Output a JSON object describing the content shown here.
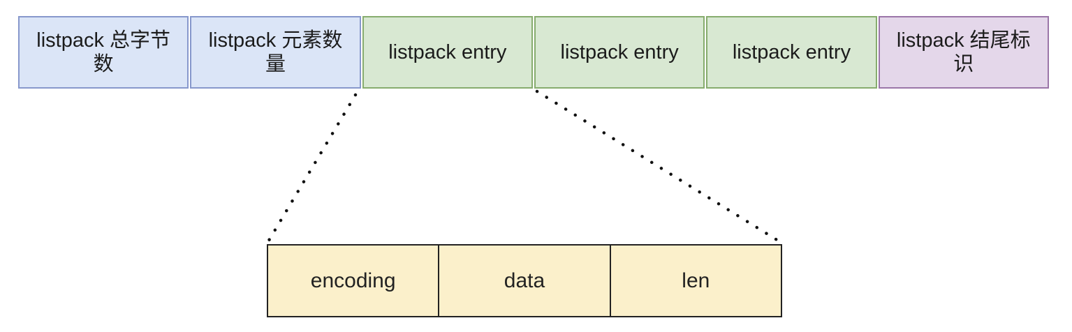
{
  "top_row": {
    "cells": [
      {
        "label": "listpack 总字节数",
        "type": "header"
      },
      {
        "label": "listpack 元素数量",
        "type": "header"
      },
      {
        "label": "listpack entry",
        "type": "entry"
      },
      {
        "label": "listpack entry",
        "type": "entry"
      },
      {
        "label": "listpack entry",
        "type": "entry"
      },
      {
        "label": "listpack 结尾标识",
        "type": "end-marker"
      }
    ]
  },
  "entry_detail": {
    "cells": [
      {
        "label": "encoding"
      },
      {
        "label": "data"
      },
      {
        "label": "len"
      }
    ]
  },
  "colors": {
    "header_fill": "#dbe5f7",
    "header_stroke": "#8798cc",
    "entry_fill": "#d8e8d2",
    "entry_stroke": "#87ac6e",
    "end_marker_fill": "#e4d7ea",
    "end_marker_stroke": "#9b76a8",
    "detail_fill": "#fbf0cb",
    "detail_stroke": "#222222",
    "connector_dots": "#111111",
    "text": "#1b1b1b"
  }
}
